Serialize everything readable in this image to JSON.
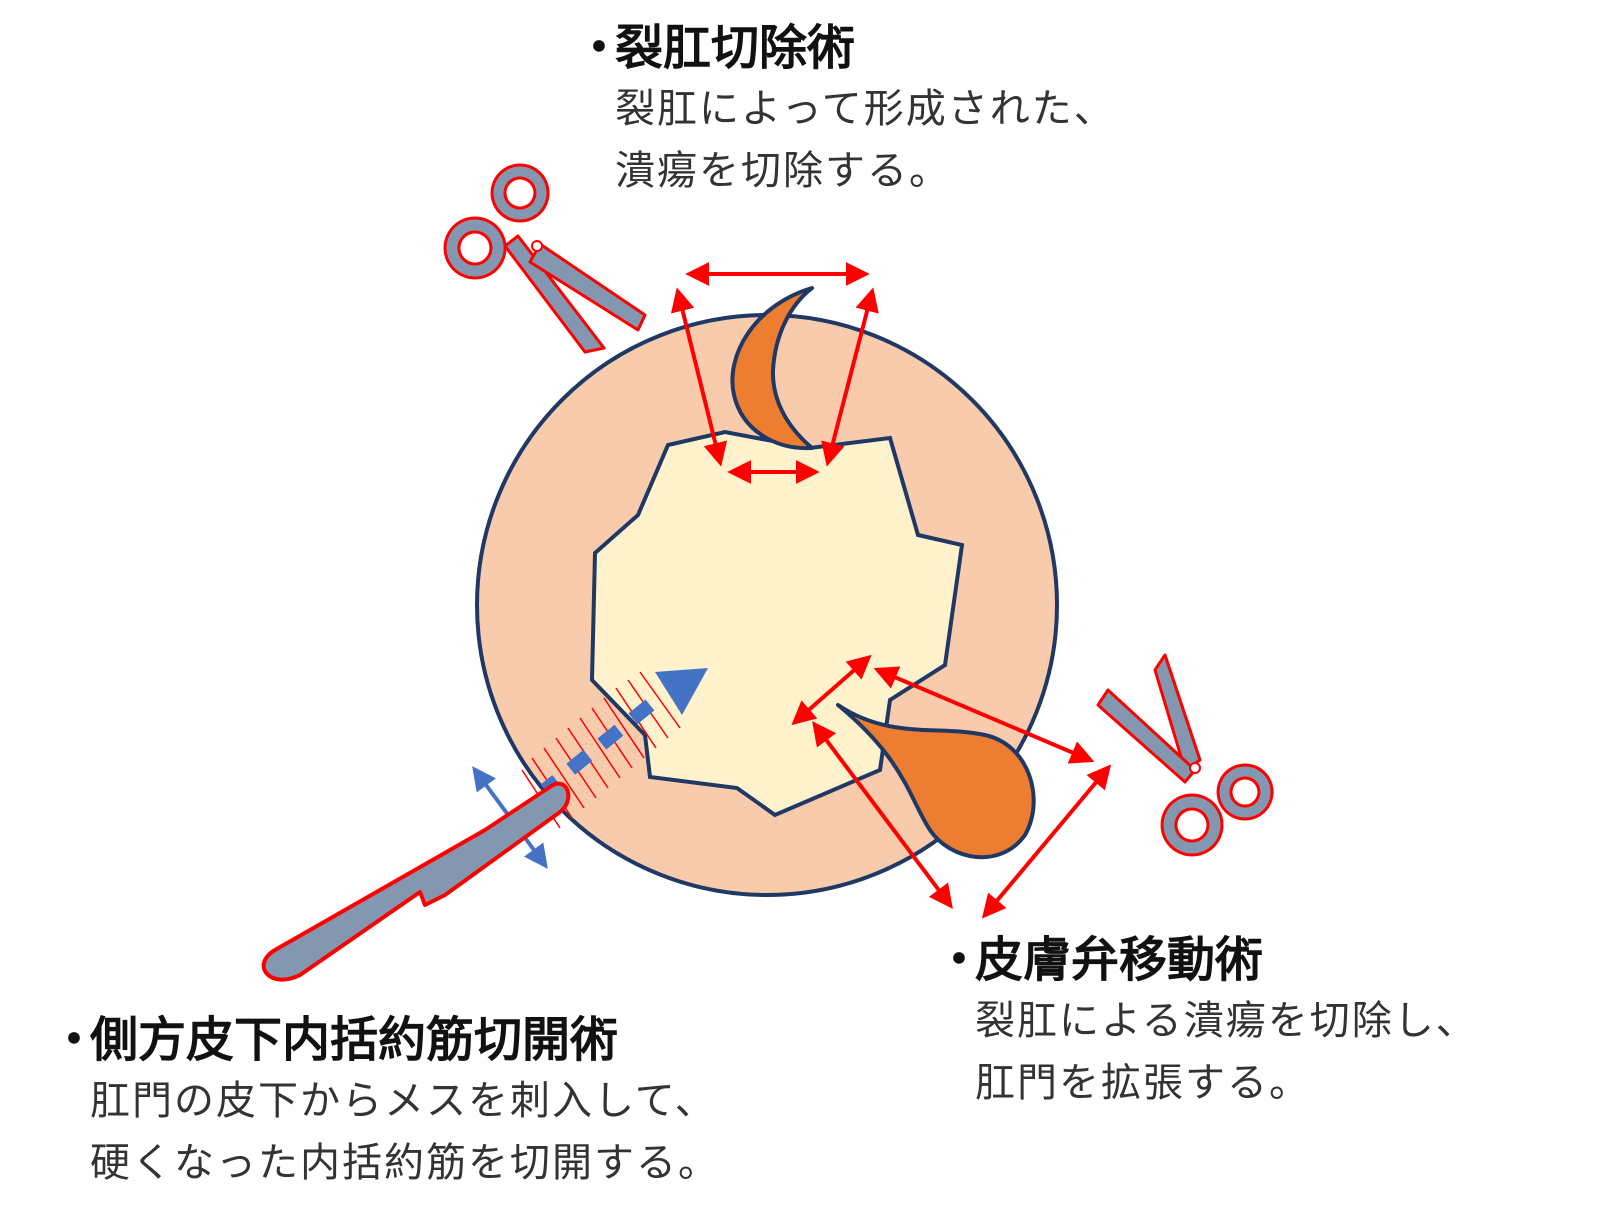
{
  "labels": {
    "fissurectomy": {
      "bullet": "・",
      "title": "裂肛切除術",
      "desc_line1": "裂肛によって形成された、",
      "desc_line2": "潰瘍を切除する。"
    },
    "skin_flap": {
      "bullet": "・",
      "title": "皮膚弁移動術",
      "desc_line1": "裂肛による潰瘍を切除し、",
      "desc_line2": "肛門を拡張する。"
    },
    "lateral_sphincterotomy": {
      "bullet": "・",
      "title": "側方皮下内括約筋切開術",
      "desc_line1": "肛門の皮下からメスを刺入して、",
      "desc_line2": "硬くなった内括約筋を切開する。"
    }
  },
  "colors": {
    "outer_ring": "#f8cbad",
    "inner_lumen": "#fff2cc",
    "outline": "#203864",
    "ulcer": "#ed7d31",
    "arrow_red": "#ff0000",
    "scissors_fill": "#8497b0",
    "scissors_stroke": "#ff0000",
    "incision_blue": "#4472c4"
  },
  "icons": [
    "scissors-icon",
    "scissors-icon",
    "scalpel-icon"
  ]
}
